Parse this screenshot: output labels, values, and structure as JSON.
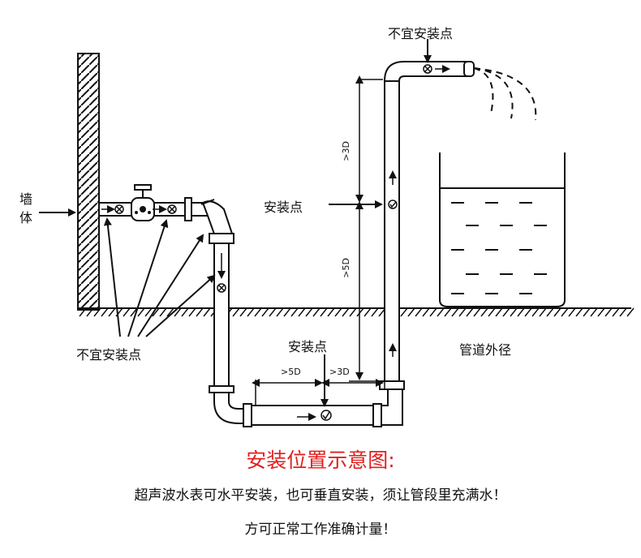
{
  "labels": {
    "wall_1": "墙",
    "wall_2": "体",
    "not_suitable_top": "不宜安装点",
    "not_suitable_bottom": "不宜安装点",
    "install_point_vertical": "安装点",
    "install_point_horizontal": "安装点",
    "pipe_outer_diameter": "管道外径",
    "dim_3d_vertical": ">3D",
    "dim_5d_vertical": ">5D",
    "dim_5d_horizontal": ">5D",
    "dim_3d_horizontal": ">3D"
  },
  "caption": {
    "title": "安装位置示意图:",
    "line1": "超声波水表可水平安装，也可垂直安装，须让管段里充满水！",
    "line2": "方可正常工作准确计量！"
  },
  "colors": {
    "title_red": "#e01f1f",
    "ink": "#111111"
  }
}
